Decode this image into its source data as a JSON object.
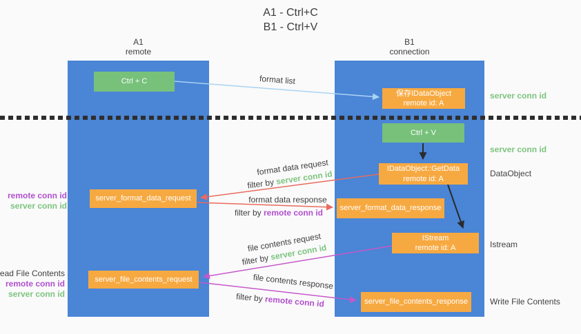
{
  "title": {
    "line1": "A1 - Ctrl+C",
    "line2": "B1 - Ctrl+V"
  },
  "lifelines": {
    "left": {
      "name": "A1",
      "role": "remote"
    },
    "right": {
      "name": "B1",
      "role": "connection"
    }
  },
  "nodes": {
    "ctrl_c": {
      "label": "Ctrl + C"
    },
    "ctrl_v": {
      "label": "Ctrl + V"
    },
    "save_idataobject": {
      "line1": "保存IDataObject",
      "line2": "remote id: A"
    },
    "idataobject_getdata": {
      "line1": "IDataObject::GetData",
      "line2": "remote id: A"
    },
    "istream": {
      "line1": "IStream",
      "line2": "remote id: A"
    },
    "server_format_data_request": {
      "label": "server_format_data_request"
    },
    "server_format_data_response": {
      "label": "server_format_data_response"
    },
    "server_file_contents_request": {
      "label": "server_file_contents_request"
    },
    "server_file_contents_response": {
      "label": "server_file_contents_response"
    }
  },
  "arrows": {
    "format_list": {
      "label": "format list"
    },
    "format_data_request": {
      "label": "format data request",
      "filter_prefix": "filter by ",
      "filter_value": "server conn id"
    },
    "format_data_response": {
      "label": "format data response",
      "filter_prefix": "filter by ",
      "filter_value": "remote conn id"
    },
    "file_contents_request": {
      "label": "file contents request",
      "filter_prefix": "filter by ",
      "filter_value": "server conn id"
    },
    "file_contents_response": {
      "label": "file contents response",
      "filter_prefix": "filter by ",
      "filter_value": "remote conn id"
    }
  },
  "annotations": {
    "left_format": {
      "remote": "remote conn id",
      "server": "server conn id"
    },
    "left_file": {
      "title": "Read File Contents",
      "remote": "remote conn id",
      "server": "server conn id"
    },
    "right_save": {
      "server": "server conn id"
    },
    "right_ctrlv": {
      "server": "server conn id"
    },
    "right_dataobject": {
      "label": "DataObject"
    },
    "right_istream": {
      "label": "Istream"
    },
    "right_write": {
      "label": "Write File Contents"
    }
  },
  "colors": {
    "background": "#fafafa",
    "column_blue": "#4a85d6",
    "node_green": "#77c17b",
    "node_orange": "#f7a941",
    "accent_green": "#7cc47e",
    "accent_purple": "#b14fce",
    "arrow_red": "#e96a5e",
    "arrow_magenta": "#c558c9",
    "arrow_lightblue": "#a9d3f2",
    "arrow_black": "#2b2b2b"
  }
}
